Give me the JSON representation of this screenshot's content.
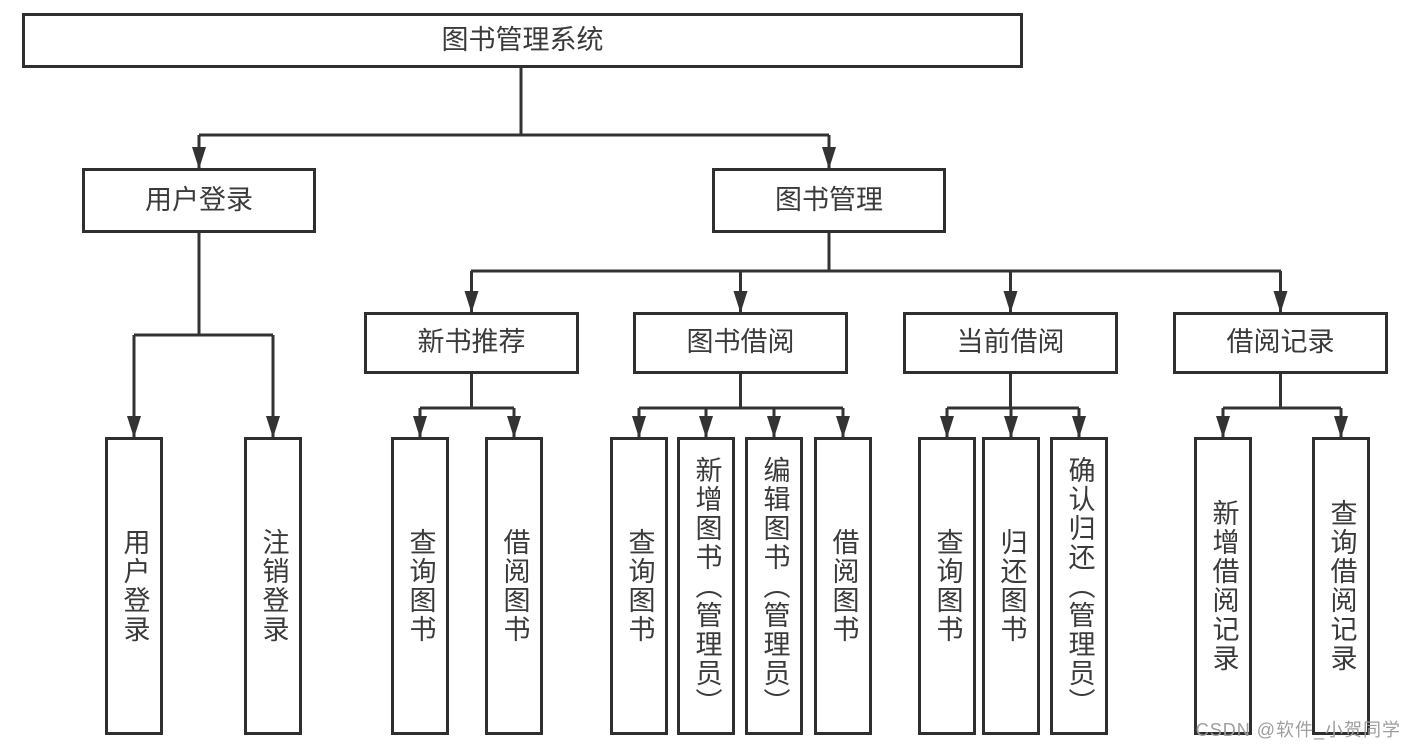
{
  "root": {
    "label": "图书管理系统"
  },
  "user_login": {
    "label": "用户登录",
    "leaves": [
      "用户登录",
      "注销登录"
    ]
  },
  "book_mgmt": {
    "label": "图书管理"
  },
  "modules": [
    {
      "label": "新书推荐",
      "leaves": [
        "查询图书",
        "借阅图书"
      ]
    },
    {
      "label": "图书借阅",
      "leaves": [
        "查询图书",
        "新增图书（管理员）",
        "编辑图书（管理员）",
        "借阅图书"
      ]
    },
    {
      "label": "当前借阅",
      "leaves": [
        "查询图书",
        "归还图书",
        "确认归还（管理员）"
      ]
    },
    {
      "label": "借阅记录",
      "leaves": [
        "新增借阅记录",
        "查询借阅记录"
      ]
    }
  ],
  "watermark": "CSDN @软件_小贺同学",
  "colors": {
    "line": "#333333",
    "border": "#2f2f2f",
    "text": "#3a3a3a",
    "watermark": "#9e9e9e",
    "background": "#ffffff"
  }
}
